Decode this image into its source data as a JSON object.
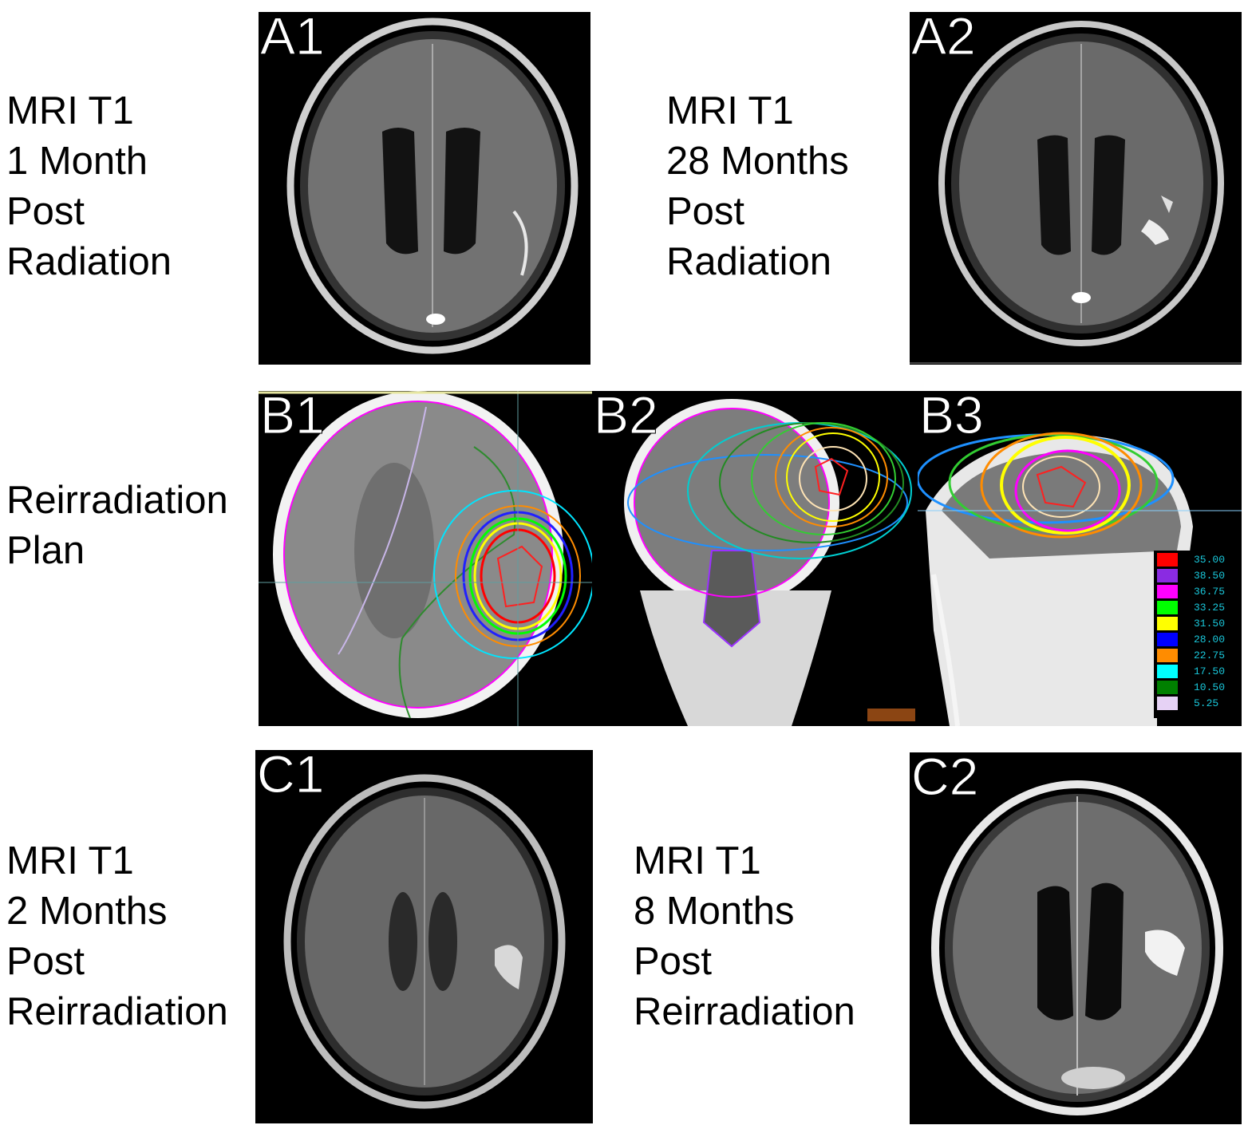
{
  "captions": {
    "a1": [
      "MRI T1",
      "1 Month",
      "Post",
      "Radiation"
    ],
    "a2": [
      "MRI T1",
      "28 Months",
      "Post",
      "Radiation"
    ],
    "b": [
      "Reirradiation",
      "Plan"
    ],
    "c1": [
      "MRI T1",
      "2 Months",
      "Post",
      "Reirradiation"
    ],
    "c2": [
      "MRI T1",
      "8 Months",
      "Post",
      "Reirradiation"
    ]
  },
  "panels": {
    "a1": "A1",
    "a2": "A2",
    "b1": "B1",
    "b2": "B2",
    "b3": "B3",
    "c1": "C1",
    "c2": "C2"
  },
  "legend": [
    {
      "value": "35.00",
      "color": "#ff0000"
    },
    {
      "value": "38.50",
      "color": "#8a2be2"
    },
    {
      "value": "36.75",
      "color": "#ff00ff"
    },
    {
      "value": "33.25",
      "color": "#00ff00"
    },
    {
      "value": "31.50",
      "color": "#ffff00"
    },
    {
      "value": "28.00",
      "color": "#0000ff"
    },
    {
      "value": "22.75",
      "color": "#ff8c00"
    },
    {
      "value": "17.50",
      "color": "#00ffff"
    },
    {
      "value": "10.50",
      "color": "#008000"
    },
    {
      "value": "5.25",
      "color": "#e6d2f5"
    }
  ],
  "colors": {
    "background": "#ffffff",
    "scan": "#000000",
    "brain": "#6e6e6e",
    "ventricle": "#141414"
  }
}
